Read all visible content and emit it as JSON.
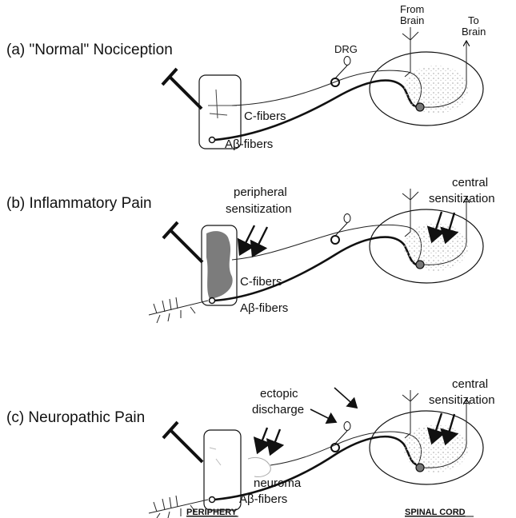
{
  "panels": [
    {
      "title": "(a) \"Normal\" Nociception",
      "labels": {
        "drg": "DRG",
        "from_brain": [
          "From",
          "Brain"
        ],
        "to_brain": [
          "To",
          "Brain"
        ],
        "c_fibers": "C-fibers",
        "ab_fibers": "Aβ-fibers"
      }
    },
    {
      "title": "(b) Inflammatory Pain",
      "labels": {
        "peripheral_sens": [
          "peripheral",
          "sensitization"
        ],
        "central_sens": [
          "central",
          "sensitization"
        ],
        "c_fibers": "C-fibers",
        "ab_fibers": "Aβ-fibers"
      }
    },
    {
      "title": "(c) Neuropathic Pain",
      "labels": {
        "ectopic": [
          "ectopic",
          "discharge"
        ],
        "central_sens": [
          "central",
          "sensitization"
        ],
        "neuroma": "neuroma",
        "ab_fibers": "Aβ-fibers"
      }
    }
  ],
  "footer": {
    "periphery": "PERIPHERY",
    "spinal_cord": "SPINAL CORD"
  },
  "colors": {
    "line": "#111111",
    "inflamed": "#6e6e6e",
    "stipple": "#bdbdbd"
  }
}
